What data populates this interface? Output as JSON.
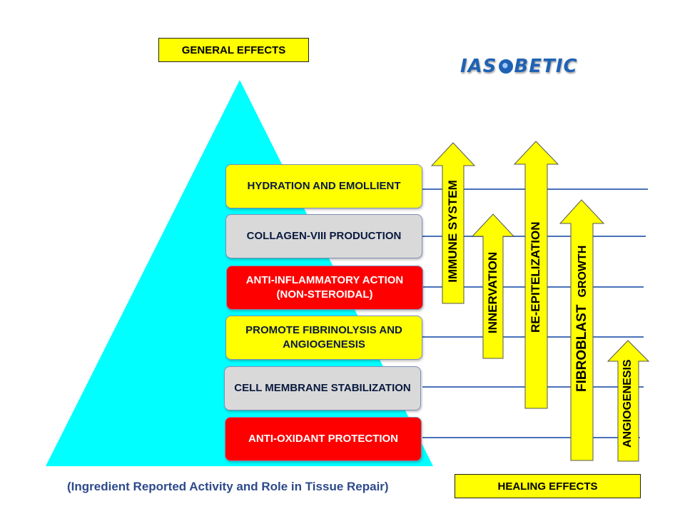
{
  "general_effects_label": "GENERAL EFFECTS",
  "healing_effects_label": "HEALING EFFECTS",
  "logo": {
    "left": "IAS",
    "right": "BETIC"
  },
  "colors": {
    "pyramid": "#00ffff",
    "yellow": "#ffff00",
    "grey": "#d9d9d9",
    "red": "#ff0000",
    "line": "#4a72b8",
    "caption": "#2e4a8c"
  },
  "general_effects": [
    {
      "label": "HYDRATION AND EMOLLIENT",
      "color": "yellow"
    },
    {
      "label": "COLLAGEN-VIII PRODUCTION",
      "color": "grey"
    },
    {
      "label": "ANTI-INFLAMMATORY ACTION (NON-STEROIDAL)",
      "color": "red"
    },
    {
      "label": "PROMOTE FIBRINOLYSIS AND ANGIOGENESIS",
      "color": "yellow"
    },
    {
      "label": "CELL MEMBRANE STABILIZATION",
      "color": "grey"
    },
    {
      "label": "ANTI-OXIDANT PROTECTION",
      "color": "red"
    }
  ],
  "healing_arrows": [
    {
      "label": "IMMUNE SYSTEM"
    },
    {
      "label": "INNERVATION"
    },
    {
      "label": "RE-EPITELIZATION"
    },
    {
      "label_a": "FIBROBLAST",
      "label_b": "GROWTH"
    },
    {
      "label": "ANGIOGENESIS"
    }
  ],
  "caption": "(Ingredient Reported Activity and Role in Tissue Repair)"
}
